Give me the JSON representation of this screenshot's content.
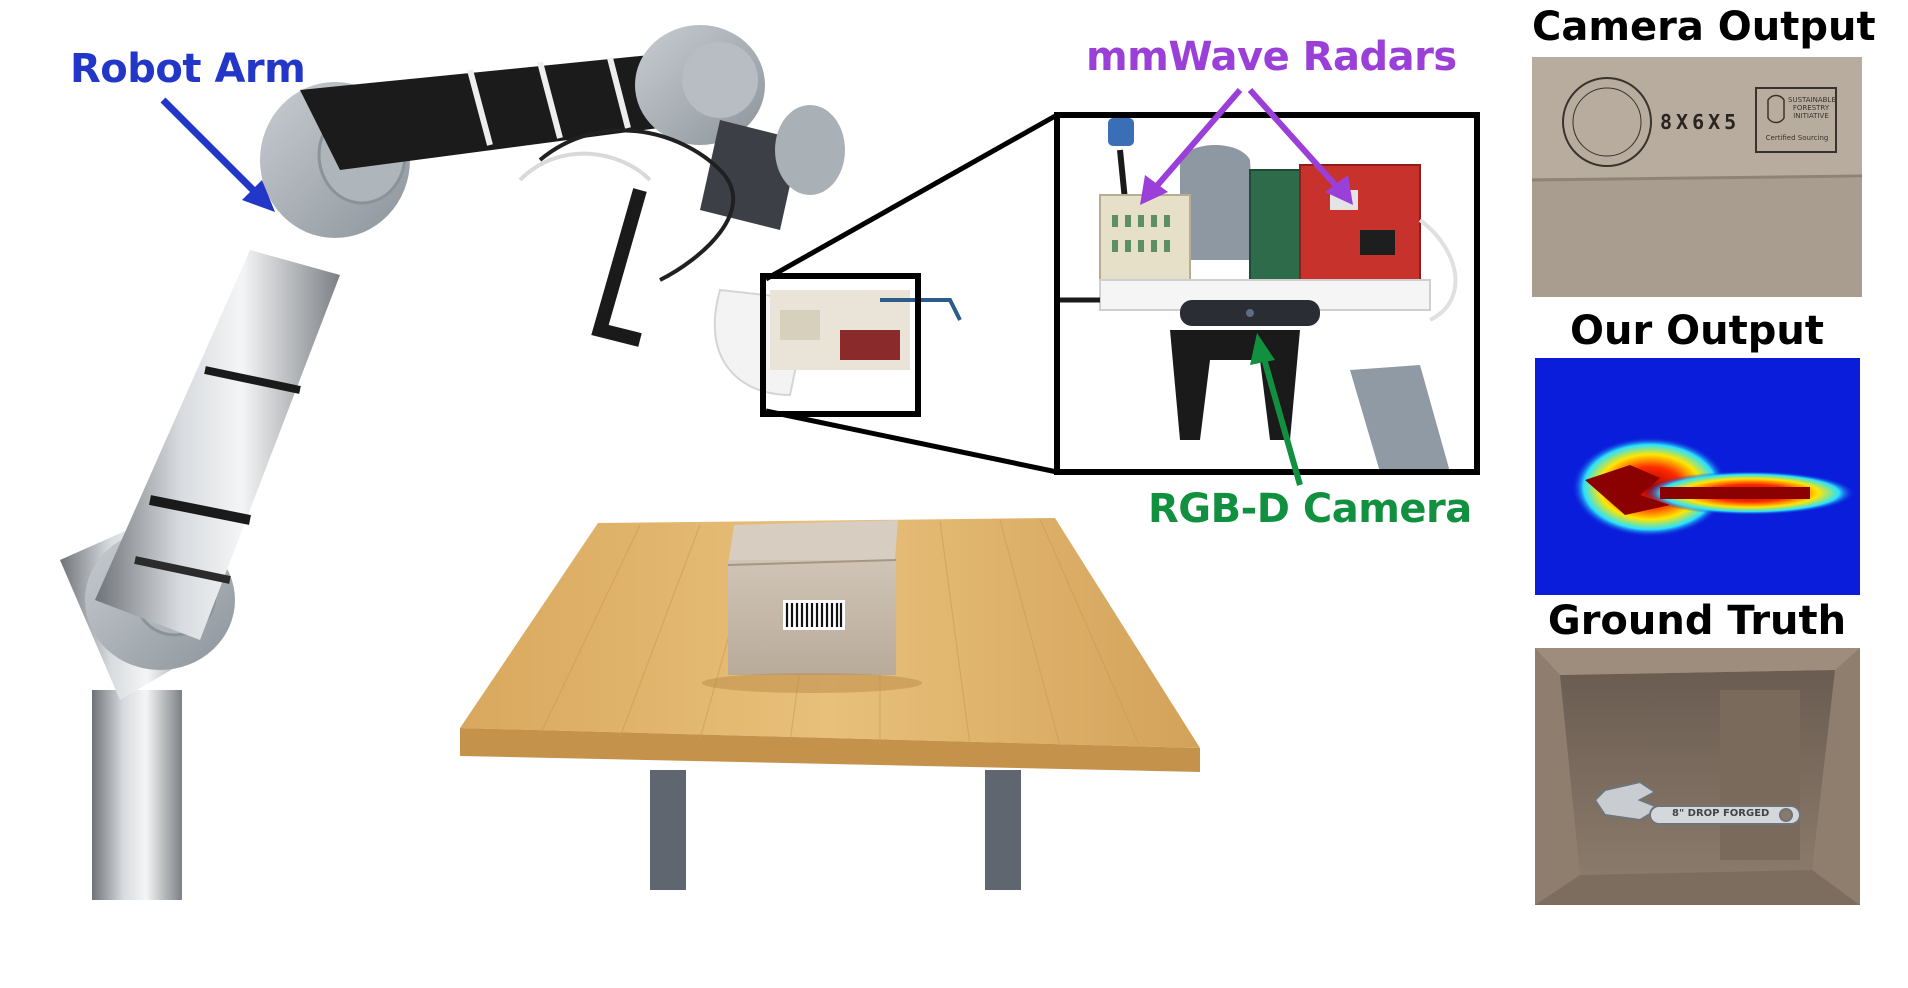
{
  "labels": {
    "robot_arm": "Robot Arm",
    "mmwave_radars": "mmWave Radars",
    "rgbd_camera": "RGB-D Camera"
  },
  "panels": {
    "camera_output": "Camera Output",
    "our_output": "Our Output",
    "ground_truth": "Ground Truth"
  },
  "box_print": {
    "dimensions": "8X6X5",
    "sfi_text": "SUSTAINABLE FORESTRY INITIATIVE",
    "certified": "Certified Sourcing"
  },
  "wrench_print": "8\" DROP FORGED",
  "colors": {
    "robot_arm_label": "#2236c8",
    "mmwave_label": "#9b3fd9",
    "rgbd_label": "#119140",
    "zoom_frame": "#000000"
  }
}
